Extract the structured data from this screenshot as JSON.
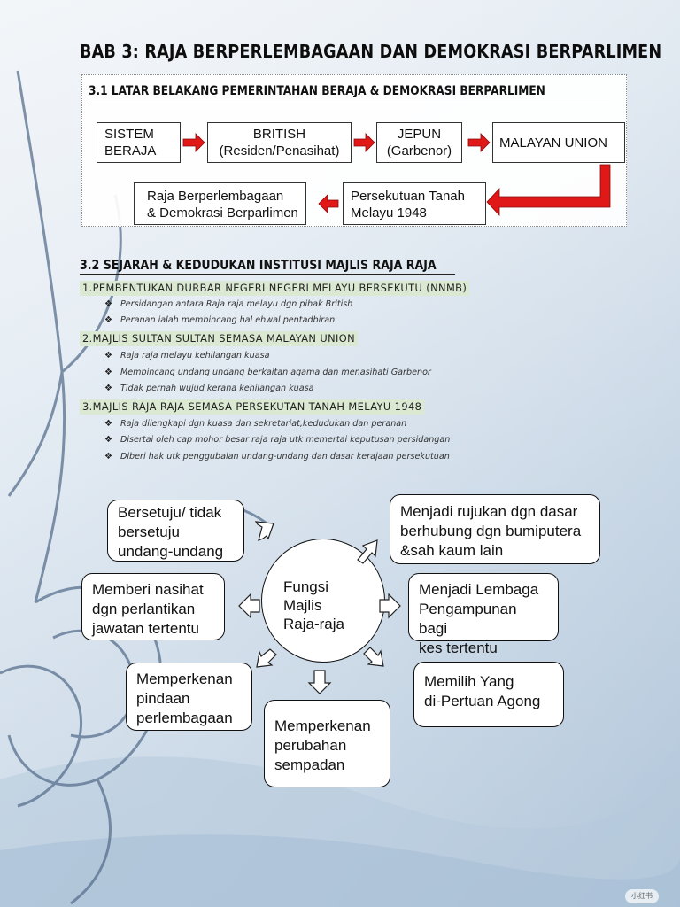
{
  "title": "BAB 3: RAJA BERPERLEMBAGAAN DAN DEMOKRASI BERPARLIMEN",
  "section1": {
    "heading": "3.1 LATAR BELAKANG PEMERINTAHAN BERAJA & DEMOKRASI BERPARLIMEN",
    "flow": [
      {
        "line1": "SISTEM",
        "line2": "BERAJA"
      },
      {
        "line1": "BRITISH",
        "line2": "(Residen/Penasihat)"
      },
      {
        "line1": "JEPUN",
        "line2": "(Garbenor)"
      },
      {
        "line1": "MALAYAN UNION"
      },
      {
        "line1": "Persekutuan Tanah",
        "line2": "Melayu 1948"
      },
      {
        "line1": "Raja Berperlembagaan",
        "line2": "& Demokrasi Berparlimen"
      }
    ],
    "arrow_color": "#e01818"
  },
  "section2": {
    "heading": "3.2 SEJARAH & KEDUDUKAN INSTITUSI MAJLIS RAJA RAJA",
    "highlight_color": "#dbe9d3",
    "groups": [
      {
        "title": "1.PEMBENTUKAN DURBAR NEGERI NEGERI MELAYU BERSEKUTU (NNMB)",
        "items": [
          "Persidangan antara Raja raja melayu dgn pihak British",
          "Peranan ialah membincang hal ehwal pentadbiran"
        ]
      },
      {
        "title": "2.MAJLIS SULTAN SULTAN SEMASA MALAYAN UNION",
        "items": [
          "Raja raja melayu kehilangan kuasa",
          "Membincang undang undang berkaitan agama dan menasihati Garbenor",
          "Tidak pernah wujud kerana kehilangan kuasa"
        ]
      },
      {
        "title": "3.MAJLIS RAJA RAJA SEMASA PERSEKUTAN TANAH MELAYU 1948",
        "items": [
          "Raja dilengkapi dgn kuasa dan sekretariat,kedudukan dan peranan",
          "Disertai oleh cap mohor besar raja raja utk memertai keputusan persidangan",
          "Diberi hak utk penggubalan undang-undang dan dasar kerajaan persekutuan"
        ]
      }
    ]
  },
  "mindmap": {
    "center": {
      "line1": "Fungsi",
      "line2": "Majlis",
      "line3": "Raja-raja"
    },
    "nodes": {
      "top_left": {
        "line1": "Bersetuju/ tidak",
        "line2": "bersetuju",
        "line3": "undang-undang"
      },
      "top_right": {
        "line1": "Menjadi rujukan dgn dasar",
        "line2": "berhubung dgn bumiputera",
        "line3": "&sah kaum lain"
      },
      "mid_left": {
        "line1": "Memberi nasihat",
        "line2": "dgn perlantikan",
        "line3": "jawatan tertentu"
      },
      "mid_right": {
        "line1": "Menjadi Lembaga",
        "line2": "Pengampunan bagi",
        "line3": "kes tertentu"
      },
      "bottom_left": {
        "line1": "Memperkenan",
        "line2": "pindaan",
        "line3": "perlembagaan"
      },
      "bottom_center": {
        "line1": "Memperkenan",
        "line2": "perubahan",
        "line3": "sempadan"
      },
      "bottom_right": {
        "line1": "Memilih Yang",
        "line2": "di-Pertuan Agong"
      }
    }
  },
  "watermark": "小红书"
}
